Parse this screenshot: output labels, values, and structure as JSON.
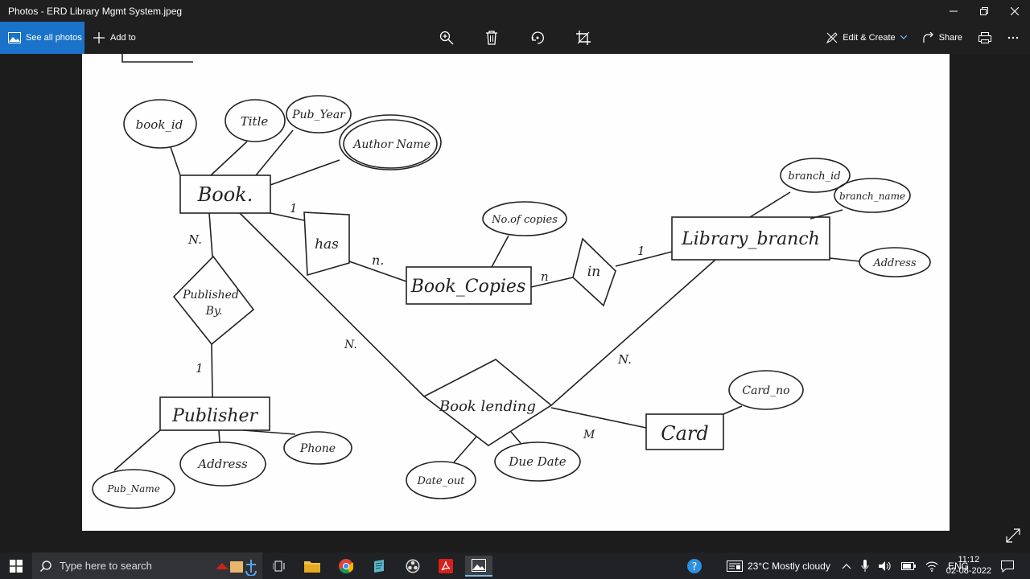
{
  "window": {
    "title": "Photos - ERD Library Mgmt System.jpeg"
  },
  "toolbar": {
    "see_all_photos": "See all photos",
    "add_to": "Add to",
    "edit_create": "Edit & Create",
    "share": "Share"
  },
  "diagram": {
    "entities": {
      "book": "Book.",
      "book_copies": "Book_Copies",
      "library_branch": "Library_branch",
      "publisher": "Publisher",
      "card": "Card"
    },
    "relationships": {
      "has": "has",
      "in": "in",
      "published_by_1": "Published",
      "published_by_2": "By.",
      "book_lending": "Book lending"
    },
    "attributes": {
      "book_id": "book_id",
      "title": "Title",
      "pub_year": "Pub_Year",
      "author_name": "Author Name",
      "no_of_copies": "No.of copies",
      "branch_id": "branch_id",
      "branch_name": "branch_name",
      "branch_address": "Address",
      "pub_name": "Pub_Name",
      "pub_address": "Address",
      "phone": "Phone",
      "date_out": "Date_out",
      "due_date": "Due Date",
      "card_no": "Card_no"
    },
    "cardinalities": {
      "book_has": "1",
      "has_copies": "n.",
      "copies_in": "n",
      "in_branch": "1",
      "book_pub": "N.",
      "pub_book": "1",
      "book_lend": "N.",
      "branch_lend": "N.",
      "card_lend": "M"
    }
  },
  "taskbar": {
    "search_placeholder": "Type here to search",
    "weather": "23°C  Mostly cloudy",
    "language": "ENG",
    "time": "11:12",
    "date": "02-08-2022"
  }
}
